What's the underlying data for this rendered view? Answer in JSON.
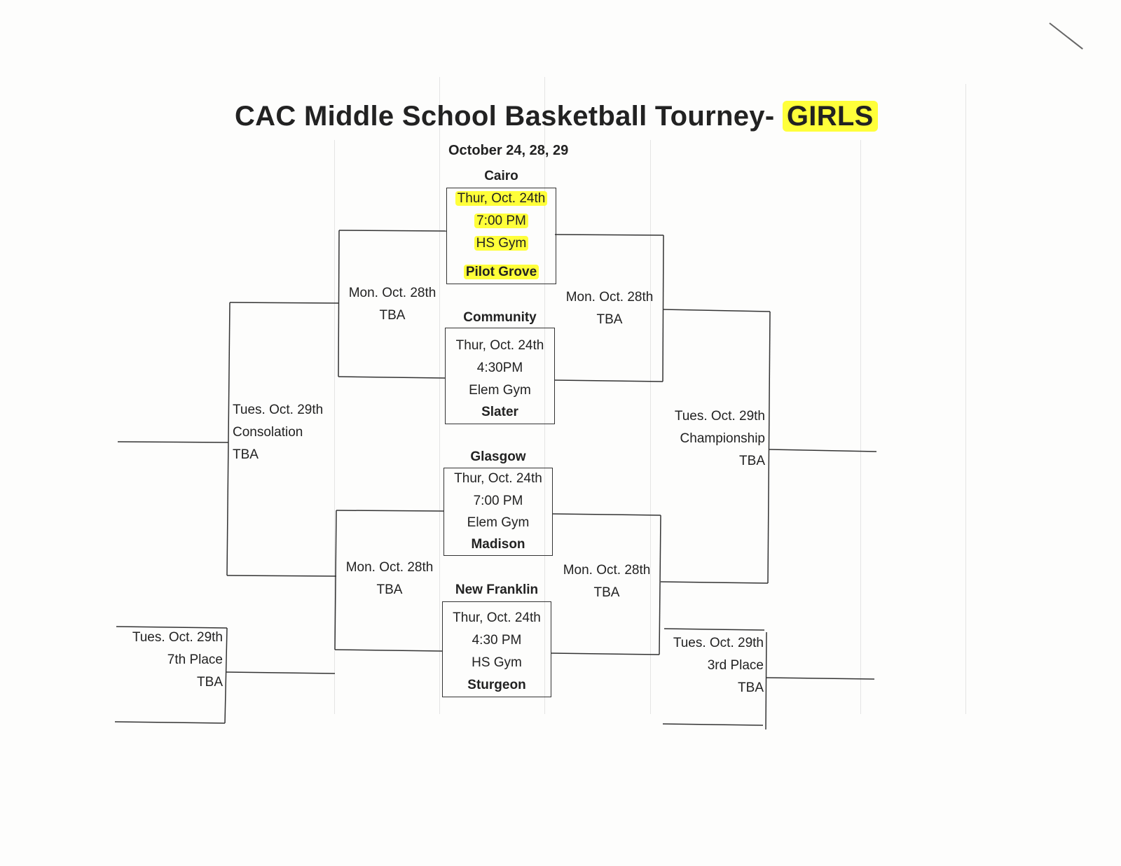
{
  "title": {
    "main": "CAC Middle School Basketball Tourney-",
    "highlight": "GIRLS"
  },
  "dates": "October 24, 28, 29",
  "first_round": [
    {
      "team_top": "Cairo",
      "date": "Thur, Oct. 24th",
      "time": "7:00 PM",
      "venue": "HS Gym",
      "team_bottom": "Pilot Grove",
      "highlighted": true
    },
    {
      "team_top": "Community",
      "date": "Thur, Oct. 24th",
      "time": "4:30PM",
      "venue": "Elem Gym",
      "team_bottom": "Slater",
      "highlighted": false
    },
    {
      "team_top": "Glasgow",
      "date": "Thur, Oct. 24th",
      "time": "7:00 PM",
      "venue": "Elem Gym",
      "team_bottom": "Madison",
      "highlighted": false
    },
    {
      "team_top": "New Franklin",
      "date": "Thur, Oct. 24th",
      "time": "4:30 PM",
      "venue": "HS Gym",
      "team_bottom": "Sturgeon",
      "highlighted": false
    }
  ],
  "second_round": {
    "left_top": {
      "date": "Mon. Oct. 28th",
      "time": "TBA"
    },
    "left_bottom": {
      "date": "Mon. Oct. 28th",
      "time": "TBA"
    },
    "right_top": {
      "date": "Mon. Oct. 28th",
      "time": "TBA"
    },
    "right_bottom": {
      "date": "Mon. Oct. 28th",
      "time": "TBA"
    }
  },
  "finals": {
    "consolation": {
      "date": "Tues. Oct. 29th",
      "name": "Consolation",
      "time": "TBA"
    },
    "championship": {
      "date": "Tues. Oct. 29th",
      "name": "Championship",
      "time": "TBA"
    },
    "seventh": {
      "date": "Tues. Oct. 29th",
      "name": "7th Place",
      "time": "TBA"
    },
    "third": {
      "date": "Tues. Oct. 29th",
      "name": "3rd Place",
      "time": "TBA"
    }
  },
  "colors": {
    "highlight": "#ffff3a",
    "line": "#333333"
  }
}
